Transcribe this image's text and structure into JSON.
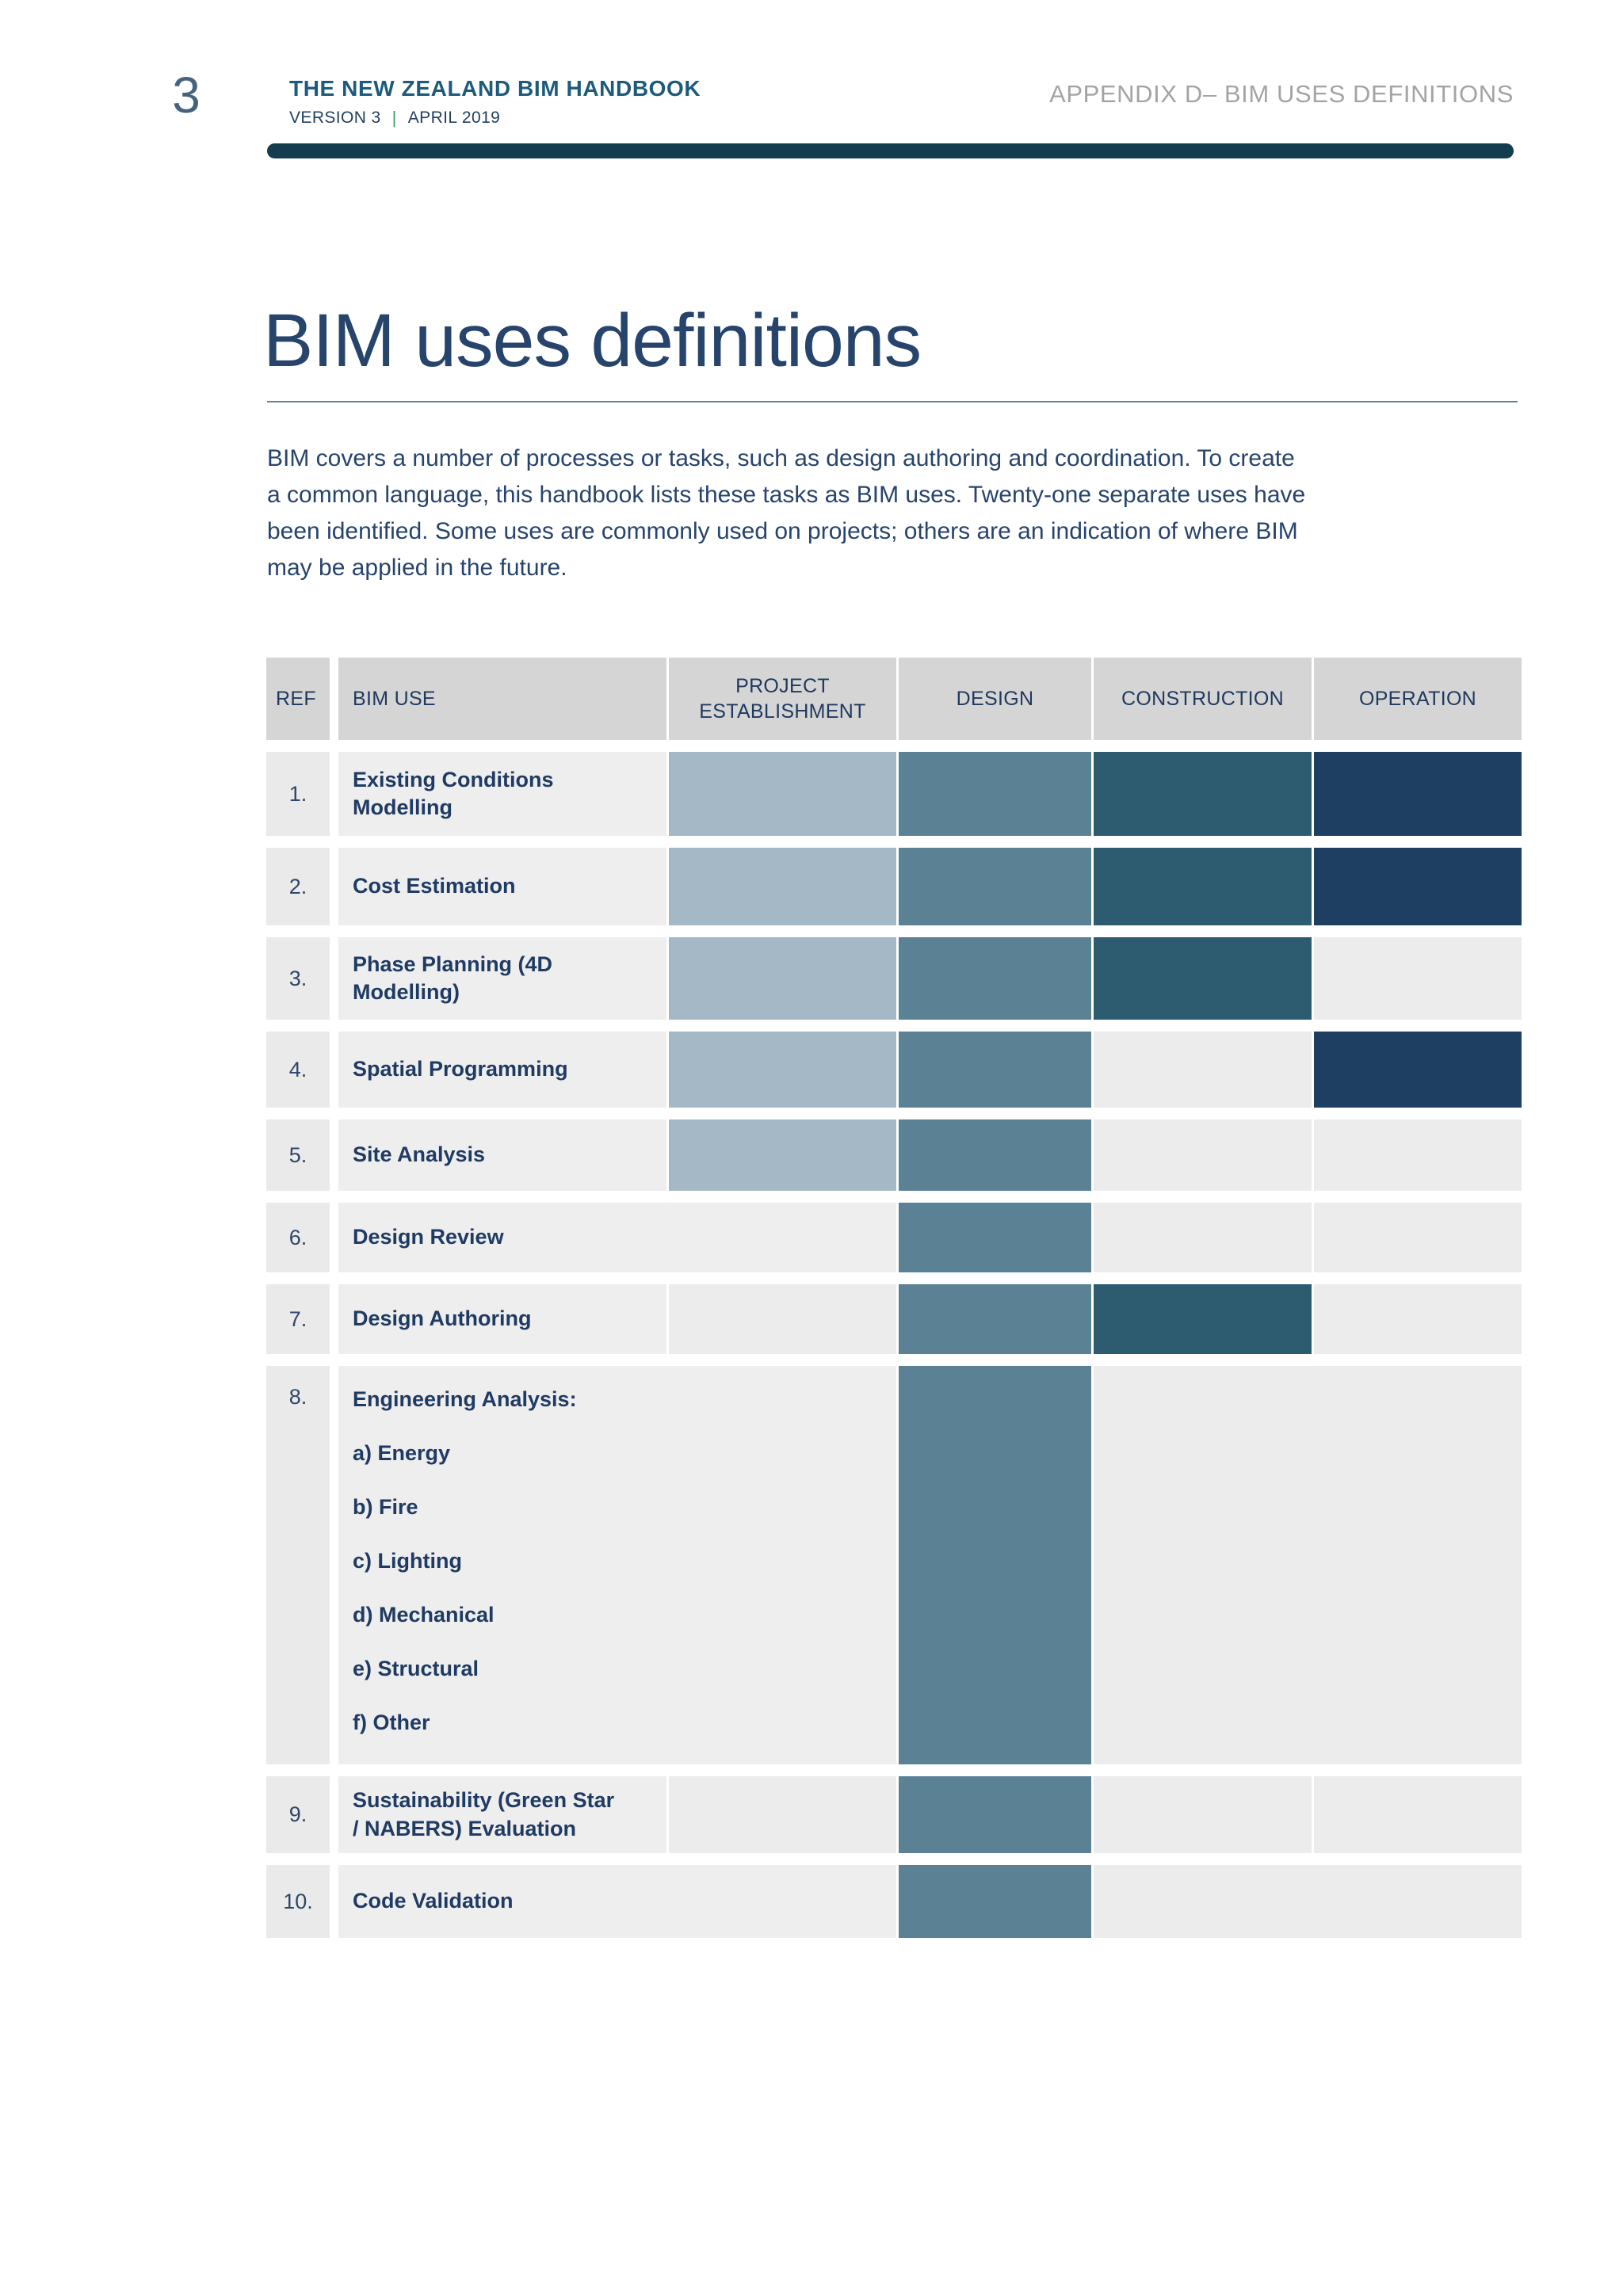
{
  "page": {
    "number": "3",
    "header": {
      "brand_title": "THE NEW ZEALAND BIM HANDBOOK",
      "version": "VERSION 3",
      "divider": "|",
      "date": "APRIL 2019",
      "appendix": "APPENDIX D– BIM USES DEFINITIONS"
    },
    "title": "BIM uses definitions",
    "intro": "BIM covers a number of processes or tasks, such as design authoring and coordination. To create\na common language, this handbook lists these tasks as BIM uses. Twenty-one separate uses have\nbeen identified. Some uses are commonly used on projects; others are an indication of where BIM\nmay be applied in the future."
  },
  "phase_colors": {
    "project_establishment": "#a4b9c5",
    "design": "#5b8294",
    "construction": "#2d5b70",
    "operation": "#1e3f61",
    "empty_cell": "#ececec",
    "header_cell": "#d5d5d5",
    "accent_bar": "#133d4e"
  },
  "table": {
    "columns": [
      "REF",
      "BIM USE",
      "PROJECT\nESTABLISHMENT",
      "DESIGN",
      "CONSTRUCTION",
      "OPERATION"
    ],
    "rows": [
      {
        "ref": "1.",
        "use": "Existing Conditions\nModelling",
        "pe": "filled",
        "d": "filled",
        "c": "filled",
        "o": "filled"
      },
      {
        "ref": "2.",
        "use": "Cost Estimation",
        "pe": "filled",
        "d": "filled",
        "c": "filled",
        "o": "filled"
      },
      {
        "ref": "3.",
        "use": "Phase Planning (4D\nModelling)",
        "pe": "filled",
        "d": "filled",
        "c": "filled",
        "o": "empty"
      },
      {
        "ref": "4.",
        "use": "Spatial Programming",
        "pe": "filled",
        "d": "filled",
        "c": "empty",
        "o": "filled"
      },
      {
        "ref": "5.",
        "use": "Site Analysis",
        "pe": "filled",
        "d": "filled",
        "c": "empty",
        "o": "empty"
      },
      {
        "ref": "6.",
        "use": "Design Review",
        "merge_pe": true,
        "d": "filled",
        "c": "empty",
        "o": "empty"
      },
      {
        "ref": "7.",
        "use": "Design Authoring",
        "pe": "empty",
        "d": "filled",
        "c": "filled",
        "o": "empty"
      },
      {
        "ref": "8.",
        "use": "Engineering Analysis:",
        "merge_pe": true,
        "merge_co": true,
        "ref_top": true,
        "subs": [
          "a) Energy",
          "b) Fire",
          "c) Lighting",
          "d) Mechanical",
          "e) Structural",
          "f) Other"
        ],
        "d": "filled"
      },
      {
        "ref": "9.",
        "use": "Sustainability (Green Star\n/ NABERS) Evaluation",
        "pe": "empty",
        "d": "filled",
        "c": "empty",
        "o": "empty"
      },
      {
        "ref": "10.",
        "use": "Code Validation",
        "merge_pe": true,
        "merge_co": true,
        "d": "filled"
      }
    ]
  }
}
